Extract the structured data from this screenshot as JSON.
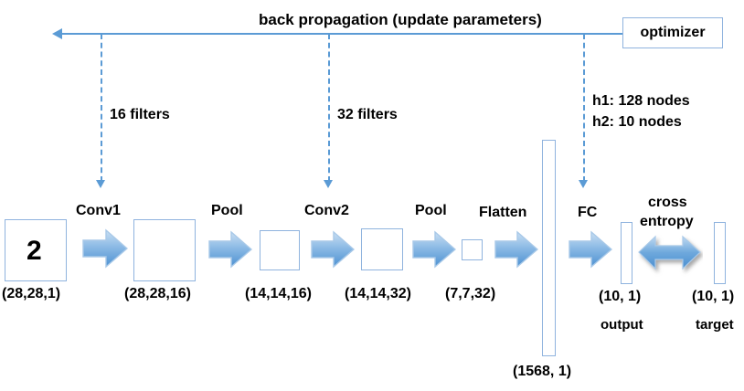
{
  "diagram": {
    "title": "back propagation (update parameters)",
    "optimizer_label": "optimizer",
    "input_digit": "2",
    "annotations": [
      {
        "name": "conv1-filters",
        "text": "16 filters"
      },
      {
        "name": "conv2-filters",
        "text": "32 filters"
      },
      {
        "name": "fc-nodes-h1",
        "text": "h1: 128 nodes"
      },
      {
        "name": "fc-nodes-h2",
        "text": "h2: 10 nodes"
      }
    ],
    "stages": [
      {
        "name": "conv1",
        "label": "Conv1"
      },
      {
        "name": "pool1",
        "label": "Pool"
      },
      {
        "name": "conv2",
        "label": "Conv2"
      },
      {
        "name": "pool2",
        "label": "Pool"
      },
      {
        "name": "flatten",
        "label": "Flatten"
      },
      {
        "name": "fc",
        "label": "FC"
      }
    ],
    "cross_entropy": {
      "line1": "cross",
      "line2": "entropy"
    },
    "shapes": [
      {
        "name": "input",
        "dim": "(28,28,1)"
      },
      {
        "name": "conv1-output",
        "dim": "(28,28,16)"
      },
      {
        "name": "pool1-output",
        "dim": "(14,14,16)"
      },
      {
        "name": "conv2-output",
        "dim": "(14,14,32)"
      },
      {
        "name": "pool2-output",
        "dim": "(7,7,32)"
      },
      {
        "name": "flatten-output",
        "dim": "(1568, 1)"
      },
      {
        "name": "fc-output",
        "dim": "(10, 1)"
      },
      {
        "name": "target",
        "dim": "(10, 1)"
      }
    ],
    "output_caption": "output",
    "target_caption": "target",
    "colors": {
      "arrow_fill_light": "#C5DCF0",
      "arrow_fill_dark": "#5B9BD5",
      "arrow_stroke": "#A9C9E8",
      "box_stroke": "#8FB3DE",
      "line_blue": "#5B9BD5",
      "text": "#000000",
      "background": "#FFFFFF"
    }
  }
}
